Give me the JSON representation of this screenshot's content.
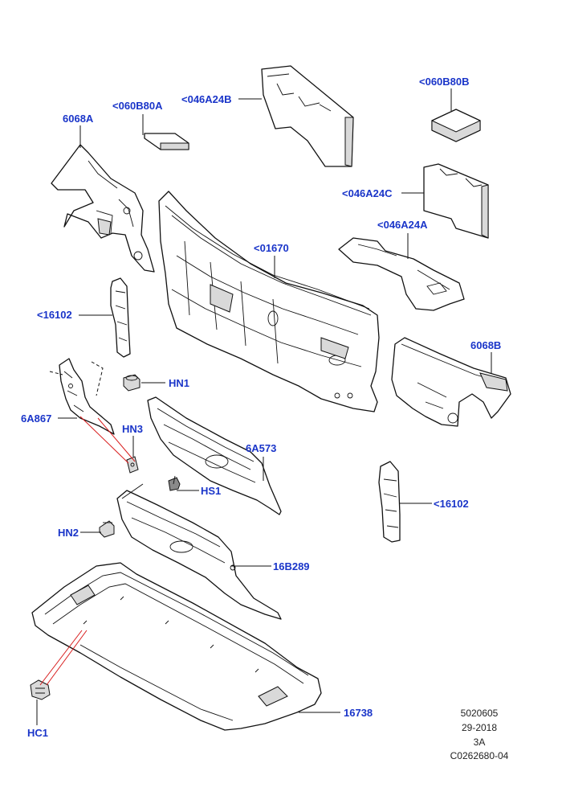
{
  "callouts": {
    "c_6068A": "6068A",
    "c_060B80A": "<060B80A",
    "c_046A24B": "<046A24B",
    "c_060B80B": "<060B80B",
    "c_046A24C": "<046A24C",
    "c_046A24A": "<046A24A",
    "c_01670": "<01670",
    "c_16102_left": "<16102",
    "c_6068B": "6068B",
    "c_HN1": "HN1",
    "c_6A867": "6A867",
    "c_HN3": "HN3",
    "c_6A573": "6A573",
    "c_HS1": "HS1",
    "c_16102_right": "<16102",
    "c_HN2": "HN2",
    "c_16B289": "16B289",
    "c_HC1": "HC1",
    "c_16738": "16738"
  },
  "reference": {
    "line1": "5020605",
    "line2": "29-2018",
    "line3": "3A",
    "line4": "C0262680-04"
  },
  "colors": {
    "callout": "#1a35c9",
    "leader_red": "#d81b1b",
    "line": "#111111"
  }
}
